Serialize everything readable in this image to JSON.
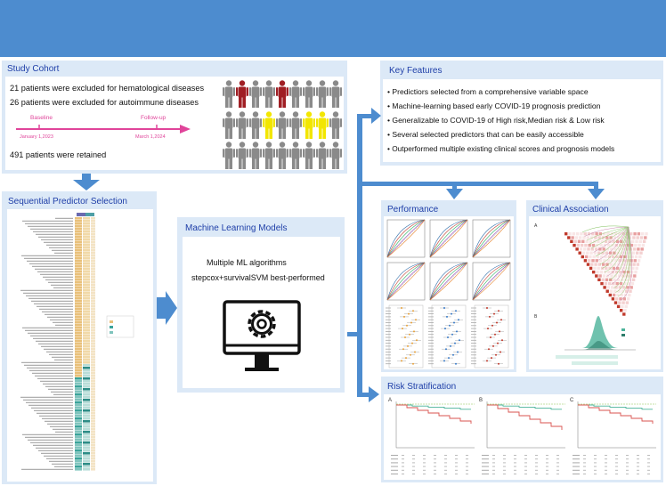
{
  "study_cohort": {
    "title": "Study Cohort",
    "line1": "21 patients were excluded for  hematological diseases",
    "line2": "26 patients were excluded for autoimmune diseases",
    "baseline_label": "Baseline",
    "baseline_date": "January 1,2023",
    "followup_label": "Follow-up",
    "followup_date": "March 1,2024",
    "retained": "491 patients were retained",
    "person_rows": [
      [
        "gray",
        "red",
        "gray",
        "gray",
        "red",
        "gray",
        "gray",
        "gray",
        "gray"
      ],
      [
        "gray",
        "gray",
        "gray",
        "yellow",
        "gray",
        "gray",
        "yellow",
        "yellow",
        "gray"
      ],
      [
        "gray",
        "gray",
        "gray",
        "gray",
        "gray",
        "gray",
        "gray",
        "gray",
        "gray"
      ]
    ],
    "colors": {
      "gray": "#8a8a8a",
      "red": "#a01e24",
      "yellow": "#f2e600",
      "timeline": "#e0449a"
    }
  },
  "key_features": {
    "title": "Key Features",
    "items": [
      "Predictiors selected from a comprehensive variable space",
      "Machine-learning based early COVID-19 prognosis prediction",
      "Generalizable to COVID-19 of High risk,Median risk & Low risk",
      "Several selected predictors that can be easily accessible",
      "Outperformed multiple existing clinical scores and prognosis models"
    ]
  },
  "sequential": {
    "title": "Sequential Predictor Selection"
  },
  "ml_models": {
    "title": "Machine Learning Models",
    "line1": "Multiple ML algorithms",
    "line2": "stepcox+survivalSVM best-performed",
    "icon": "computer-gear-icon"
  },
  "performance": {
    "title": "Performance"
  },
  "clinical": {
    "title": "Clinical Association"
  },
  "risk": {
    "title": "Risk Stratification"
  },
  "accent": "#4d8ccf"
}
